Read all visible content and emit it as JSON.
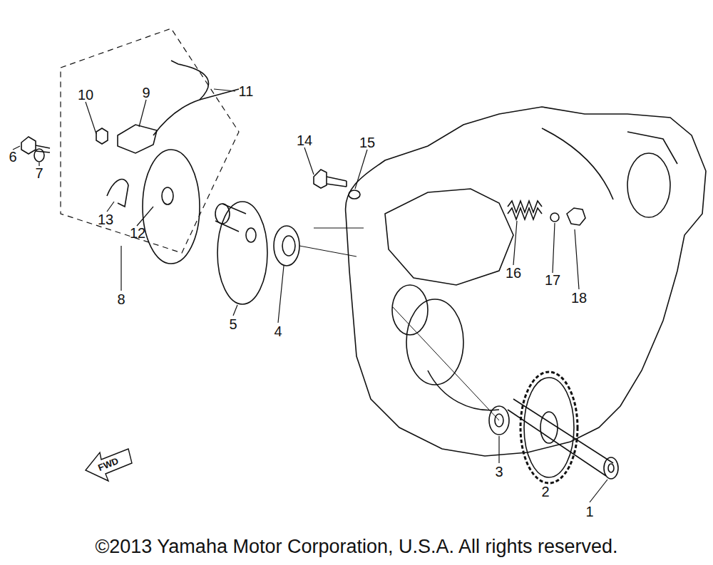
{
  "diagram": {
    "caption": "©2013 Yamaha Motor Corporation, U.S.A. All rights reserved.",
    "labels": [
      "1",
      "2",
      "3",
      "4",
      "5",
      "6",
      "7",
      "8",
      "9",
      "10",
      "11",
      "12",
      "13",
      "14",
      "15",
      "16",
      "17",
      "18",
      "FWD"
    ]
  }
}
